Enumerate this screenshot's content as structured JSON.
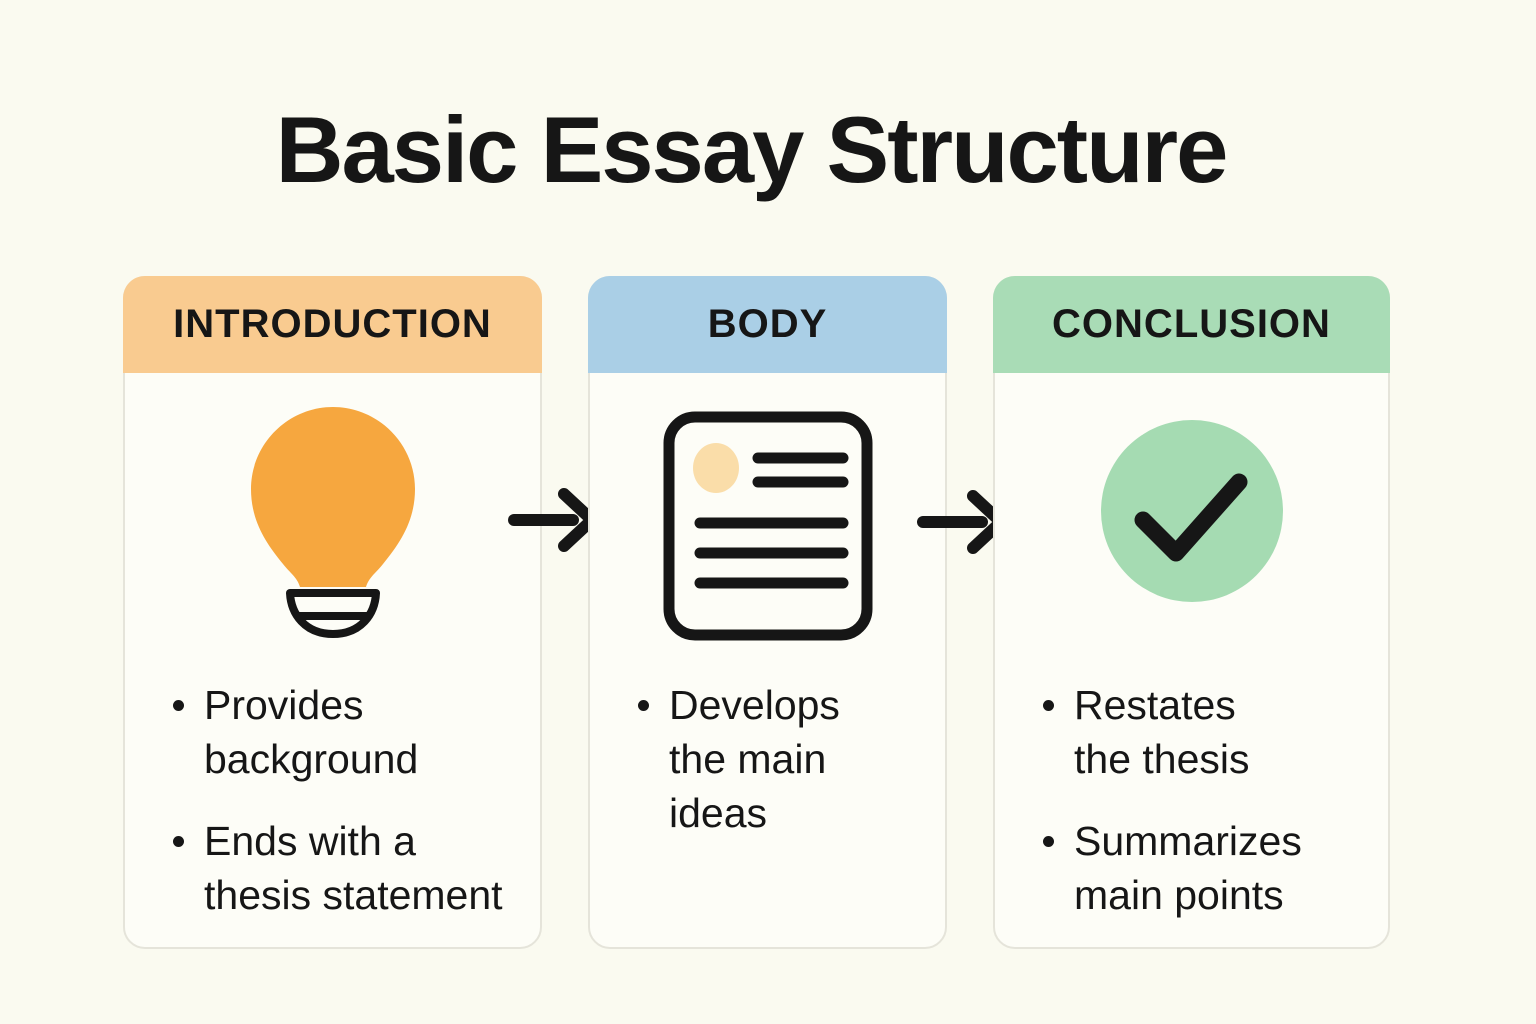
{
  "title": "Basic Essay Structure",
  "cards": [
    {
      "id": "introduction",
      "header": "INTRODUCTION",
      "icon": "lightbulb-icon",
      "bullets": [
        "Provides\nbackground",
        "Ends with a\nthesis statement"
      ]
    },
    {
      "id": "body",
      "header": "BODY",
      "icon": "document-icon",
      "bullets": [
        "Develops\nthe main\nideas"
      ]
    },
    {
      "id": "conclusion",
      "header": "CONCLUSION",
      "icon": "checkmark-icon",
      "bullets": [
        "Restates\nthe thesis",
        "Summarizes\nmain points"
      ]
    }
  ],
  "colors": {
    "background": "#FAFAF0",
    "card_bg": "#FDFDF7",
    "card_border": "#E5E4DA",
    "header_introduction": "#F9CB90",
    "header_body": "#AACFE6",
    "header_conclusion": "#A9DCB6",
    "bulb": "#F6A73F",
    "doc_blob": "#FADDA9",
    "check_circle": "#A5DBB2",
    "ink": "#161616"
  }
}
